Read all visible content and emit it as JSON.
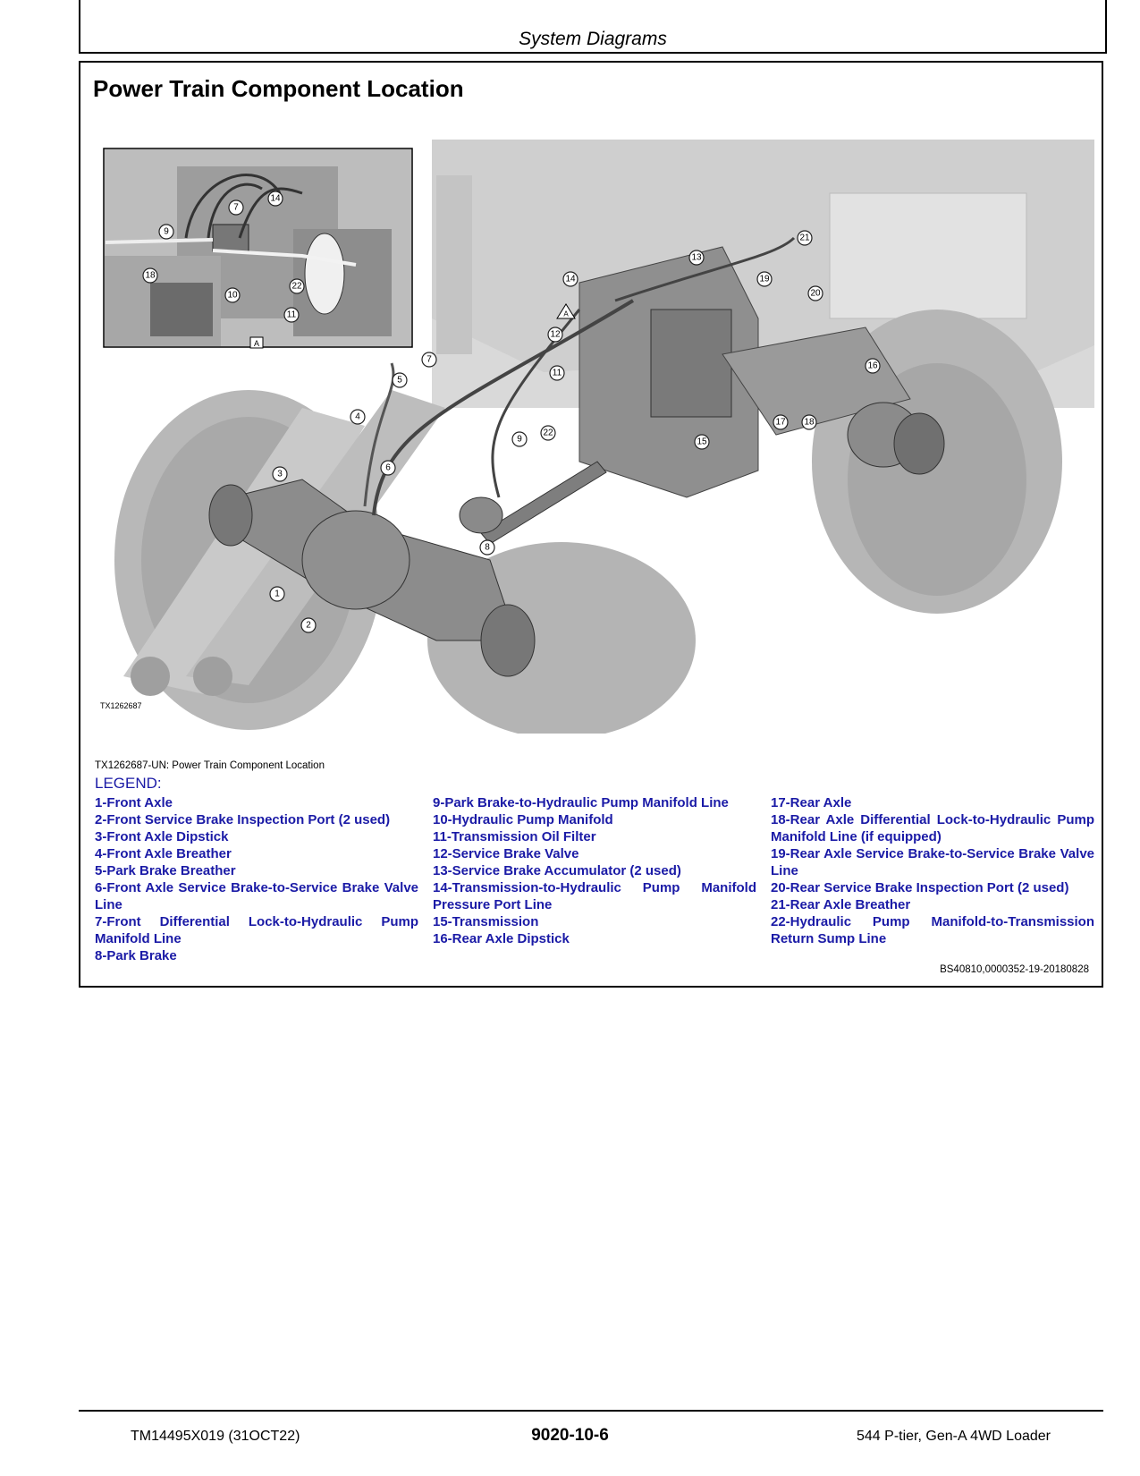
{
  "header": {
    "title": "System Diagrams"
  },
  "section": {
    "title": "Power Train Component Location"
  },
  "figure": {
    "id_label": "TX1262687",
    "inset_label": "A",
    "main_label": "A",
    "inset_callouts": [
      "9",
      "7",
      "14",
      "18",
      "10",
      "22",
      "11"
    ],
    "main_callouts": [
      "21",
      "13",
      "19",
      "20",
      "14",
      "12",
      "7",
      "5",
      "11",
      "16",
      "4",
      "22",
      "9",
      "15",
      "17",
      "18",
      "3",
      "6",
      "8",
      "1",
      "2"
    ]
  },
  "caption": "TX1262687-UN: Power Train Component Location",
  "legend": {
    "title": "LEGEND:",
    "col1": [
      "1-Front Axle",
      "2-Front Service Brake Inspection Port (2 used)",
      "3-Front Axle Dipstick",
      "4-Front Axle Breather",
      "5-Park Brake Breather",
      "6-Front Axle Service Brake-to-Service Brake Valve Line",
      "7-Front Differential Lock-to-Hydraulic Pump Manifold Line",
      "8-Park Brake"
    ],
    "col2": [
      "9-Park Brake-to-Hydraulic Pump Manifold Line",
      "10-Hydraulic Pump Manifold",
      "11-Transmission Oil Filter",
      "12-Service Brake Valve",
      "13-Service Brake Accumulator (2 used)",
      "14-Transmission-to-Hydraulic Pump Manifold Pressure Port Line",
      "15-Transmission",
      "16-Rear Axle Dipstick"
    ],
    "col3": [
      "17-Rear Axle",
      "18-Rear Axle Differential Lock-to-Hydraulic Pump Manifold Line (if equipped)",
      "19-Rear Axle Service Brake-to-Service Brake Valve Line",
      "20-Rear Service Brake Inspection Port (2 used)",
      "21-Rear Axle Breather",
      "22-Hydraulic Pump Manifold-to-Transmission Return Sump Line"
    ]
  },
  "doc_ref": "BS40810,0000352-19-20180828",
  "footer": {
    "left": "TM14495X019 (31OCT22)",
    "center": "9020-10-6",
    "right": "544 P-tier, Gen-A 4WD Loader"
  }
}
